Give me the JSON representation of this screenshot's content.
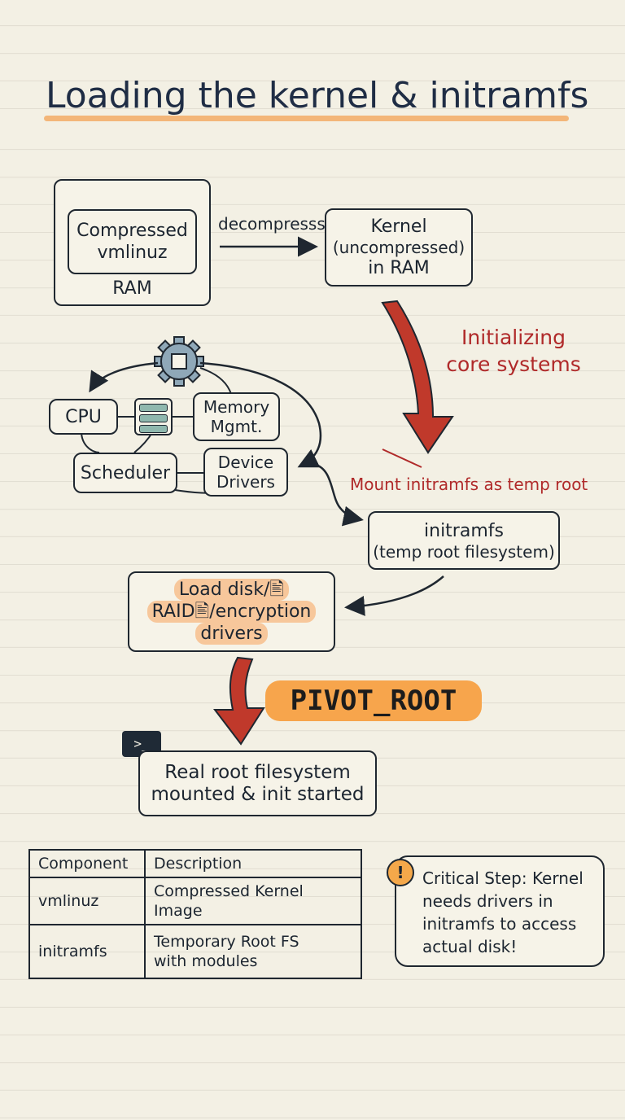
{
  "title": "Loading the kernel & initramfs",
  "nodes": {
    "ram_label": "RAM",
    "compressed": [
      "Compressed",
      "vmlinuz"
    ],
    "decompress_label": "decompresss",
    "kernel": [
      "Kernel",
      "(uncompressed)",
      "in RAM"
    ],
    "initializing": [
      "Initializing",
      "core systems"
    ],
    "cpu": "CPU",
    "memory": [
      "Memory",
      "Mgmt."
    ],
    "scheduler": "Scheduler",
    "device_drivers": [
      "Device",
      "Drivers"
    ],
    "mount_label": "Mount initramfs as temp root",
    "initramfs": [
      "initramfs",
      "(temp root filesystem)"
    ],
    "load_drivers": [
      "Load disk/🖹",
      "RAID🖹/encryption",
      "drivers"
    ],
    "pivot_root": "PIVOT_ROOT",
    "terminal_glyph": ">_",
    "real_root": [
      "Real root filesystem",
      "mounted & init started"
    ]
  },
  "table": {
    "headers": [
      "Component",
      "Description"
    ],
    "rows": [
      [
        "vmlinuz",
        "Compressed Kernel Image"
      ],
      [
        "initramfs",
        "Temporary Root FS\nwith modules"
      ]
    ]
  },
  "callout": {
    "icon": "!",
    "text": "Critical Step: Kernel needs drivers in initramfs to access actual disk!"
  },
  "colors": {
    "ink": "#1f2730",
    "accent_red": "#b02a2a",
    "highlight_orange": "#f7a54c",
    "gear_blue": "#8fa8b8",
    "background": "#f3f0e4"
  }
}
